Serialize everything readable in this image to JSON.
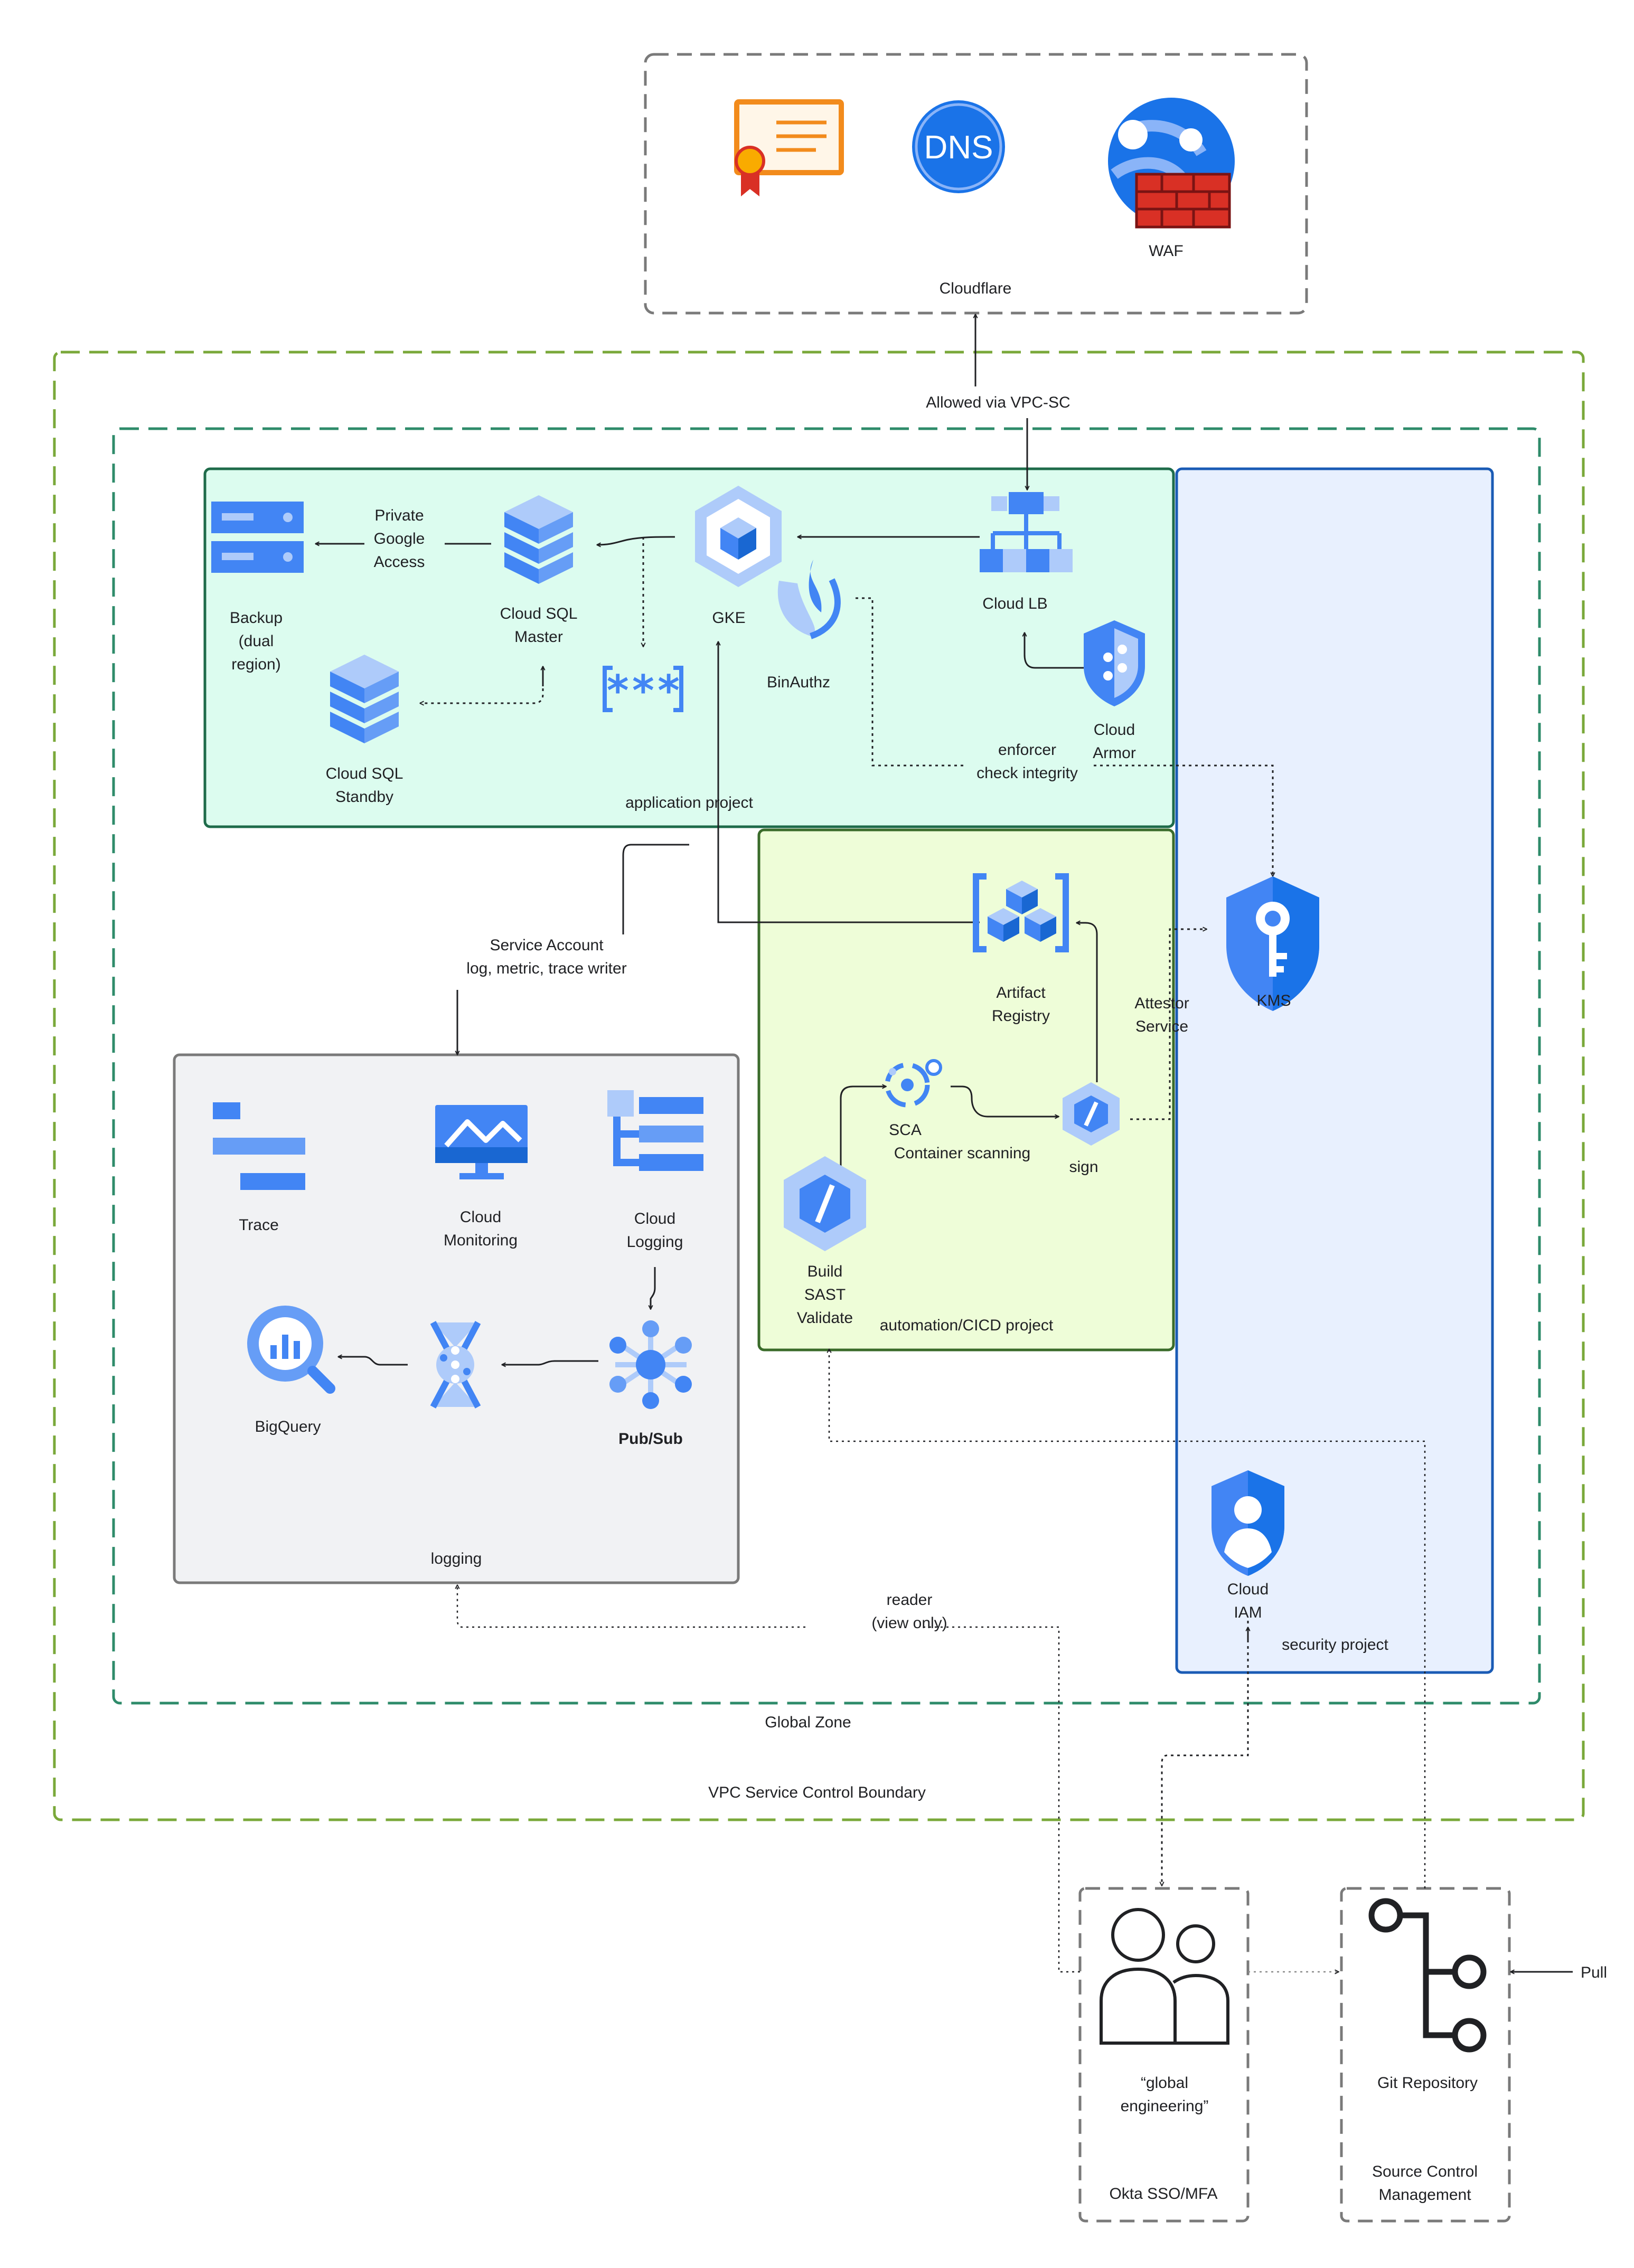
{
  "zones": {
    "cloudflare": "Cloudflare",
    "vpc_boundary": "VPC Service Control Boundary",
    "global_zone": "Global Zone",
    "application_project": "application project",
    "automation_project": "automation/CICD project",
    "security_project": "security project",
    "logging": "logging",
    "okta": "Okta SSO/MFA",
    "source_control": [
      "Source Control",
      "Management"
    ]
  },
  "nodes": {
    "dns": "DNS",
    "waf": "WAF",
    "cloud_lb": "Cloud LB",
    "cloud_armor": [
      "Cloud",
      "Armor"
    ],
    "gke": "GKE",
    "binauthz": "BinAuthz",
    "cloud_sql_master": [
      "Cloud SQL",
      "Master"
    ],
    "cloud_sql_standby": [
      "Cloud SQL",
      "Standby"
    ],
    "backup": [
      "Backup",
      "(dual",
      "region)"
    ],
    "private_google_access": [
      "Private",
      "Google",
      "Access"
    ],
    "artifact_registry": [
      "Artifact",
      "Registry"
    ],
    "sca": [
      "SCA",
      "Container scanning"
    ],
    "sign": "sign",
    "build": [
      "Build",
      "SAST",
      "Validate"
    ],
    "kms": "KMS",
    "cloud_iam": [
      "Cloud",
      "IAM"
    ],
    "trace": "Trace",
    "cloud_monitoring": [
      "Cloud",
      "Monitoring"
    ],
    "cloud_logging": [
      "Cloud",
      "Logging"
    ],
    "bigquery": "BigQuery",
    "pubsub": "Pub/Sub",
    "global_engineering": [
      "“global",
      "engineering”"
    ],
    "git_repository": "Git Repository"
  },
  "edges": {
    "allowed_vpc_sc": "Allowed via VPC-SC",
    "enforcer": [
      "enforcer",
      "check integrity"
    ],
    "service_account": [
      "Service Account",
      "log, metric, trace writer"
    ],
    "attestor": [
      "Attestor",
      "Service"
    ],
    "reader": [
      "reader",
      "(view only)"
    ],
    "pull": "Pull"
  },
  "colors": {
    "app_fill": "#dcfcef",
    "app_stroke": "#1e6b4a",
    "cicd_fill": "#eefdd8",
    "cicd_stroke": "#3a6b2a",
    "security_fill": "#e8f0fe",
    "security_stroke": "#1a5bb5",
    "logging_fill": "#f1f2f4",
    "vpc_dash": "#7aa83a",
    "global_dash": "#2e8b6a",
    "gcp_blue": "#4285f4",
    "gcp_light": "#aecbfa"
  }
}
